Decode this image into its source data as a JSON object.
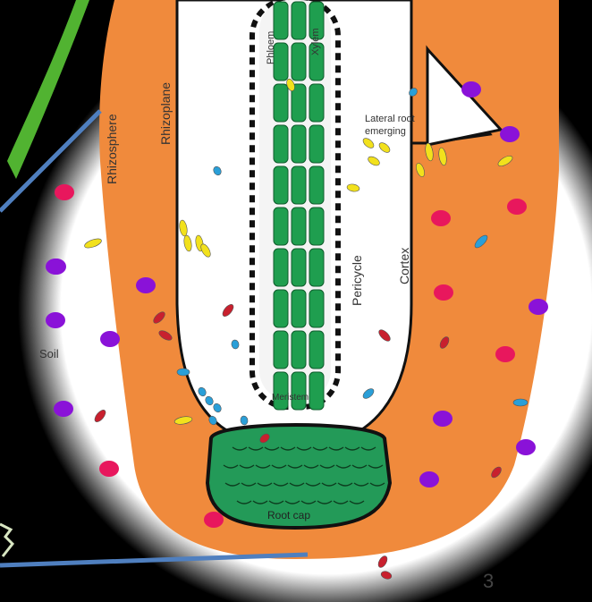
{
  "diagram": {
    "labels": {
      "rhizosphere": "Rhizosphere",
      "rhizoplane": "Rhizoplane",
      "phloem": "Phloem",
      "xylem": "Xylem",
      "lateral_root_line1": "Lateral root",
      "lateral_root_line2": "emerging",
      "pericycle": "Pericycle",
      "cortex": "Cortex",
      "soil": "Soil",
      "meristem": "Meristem",
      "root_cap": "Root cap"
    }
  },
  "slide": {
    "page_number": "3"
  },
  "colors": {
    "background": "#000000",
    "soil_fill": "#ffffff",
    "rhizosphere": "#f08a3c",
    "vascular": "#1f9e4f",
    "root_cap": "#239a58",
    "callout_line": "#4f7fbf",
    "bacteria_yellow": "#f2e11c",
    "bacteria_blue": "#2a9fd8",
    "bacteria_red": "#c8202e",
    "dot_pink": "#e8175d",
    "dot_purple": "#8a12d8"
  }
}
